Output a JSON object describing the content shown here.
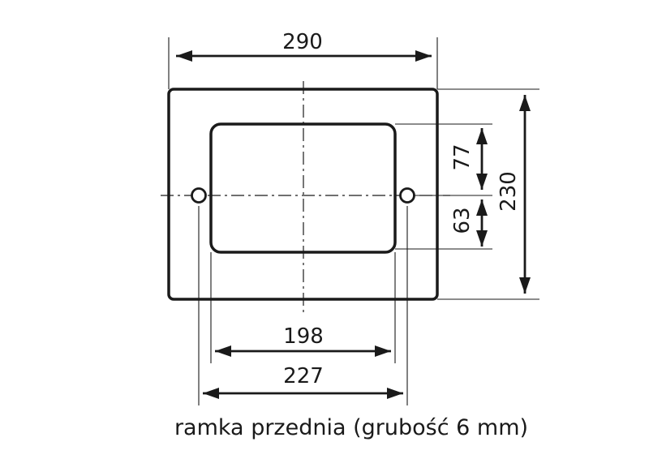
{
  "dimensions": {
    "overall_width": "290",
    "overall_height": "230",
    "upper_height": "77",
    "lower_height": "63",
    "opening_width": "198",
    "hole_spacing": "227"
  },
  "caption": "ramka przednia (grubość 6 mm)"
}
